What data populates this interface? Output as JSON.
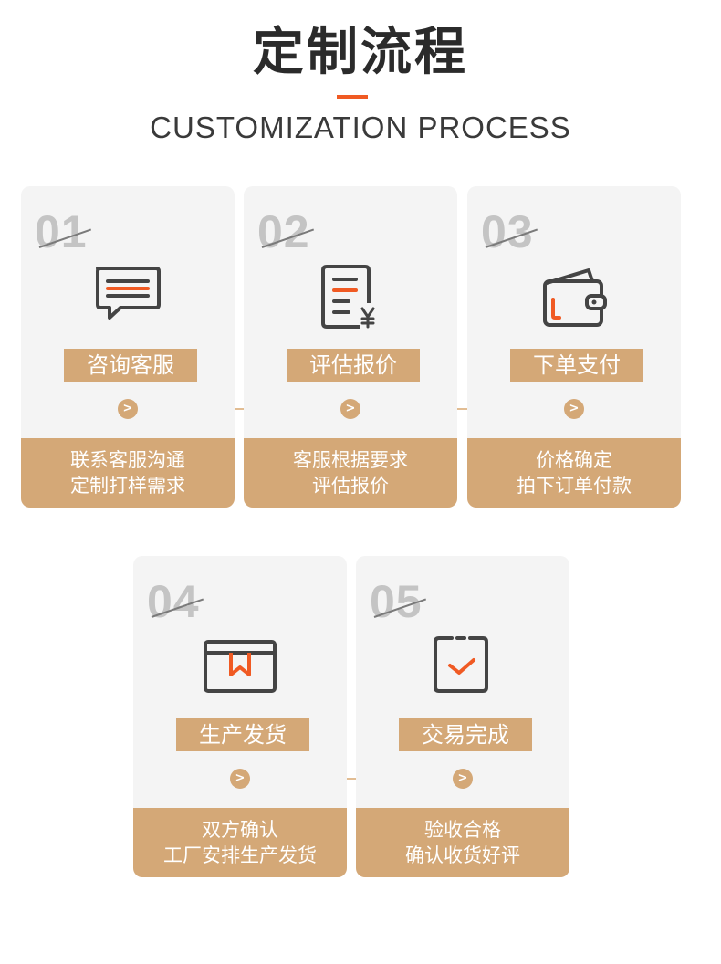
{
  "header": {
    "title": "定制流程",
    "subtitle": "CUSTOMIZATION PROCESS"
  },
  "colors": {
    "accent": "#f05a23",
    "tan": "#d4a877",
    "card_bg": "#f4f4f4",
    "icon_dark": "#444444"
  },
  "steps": [
    {
      "number": "01",
      "label": "咨询客服",
      "desc_line1": "联系客服沟通",
      "desc_line2": "定制打样需求",
      "icon": "chat-bubble-icon",
      "arrow": ">"
    },
    {
      "number": "02",
      "label": "评估报价",
      "desc_line1": "客服根据要求",
      "desc_line2": "评估报价",
      "icon": "price-document-icon",
      "arrow": ">"
    },
    {
      "number": "03",
      "label": "下单支付",
      "desc_line1": "价格确定",
      "desc_line2": "拍下订单付款",
      "icon": "wallet-icon",
      "arrow": ">"
    },
    {
      "number": "04",
      "label": "生产发货",
      "desc_line1": "双方确认",
      "desc_line2": "工厂安排生产发货",
      "icon": "package-box-icon",
      "arrow": ">"
    },
    {
      "number": "05",
      "label": "交易完成",
      "desc_line1": "验收合格",
      "desc_line2": "确认收货好评",
      "icon": "checklist-icon",
      "arrow": ">"
    }
  ]
}
